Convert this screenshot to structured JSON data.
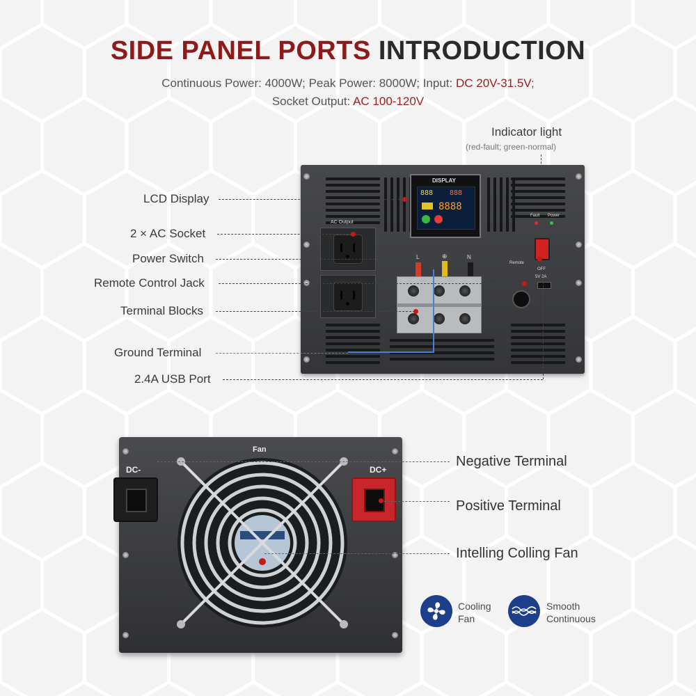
{
  "title": {
    "red": "SIDE PANEL PORTS",
    "dark": "INTRODUCTION"
  },
  "subtitle": {
    "line1_a": "Continuous Power: 4000W; Peak Power: 8000W; Input: ",
    "line1_b": "DC 20V-31.5V",
    "line1_c": ";",
    "line2_a": "Socket Output: ",
    "line2_b": "AC 100-120V"
  },
  "callouts": {
    "indicator": "Indicator light",
    "indicator_note": "(red-fault; green-normal)",
    "lcd": "LCD Display",
    "ac_socket": "2 × AC Socket",
    "power_switch": "Power Switch",
    "remote_jack": "Remote Control Jack",
    "terminal_blocks": "Terminal Blocks",
    "ground_terminal": "Ground Terminal",
    "usb_port": "2.4A USB Port",
    "negative_terminal": "Negative Terminal",
    "positive_terminal": "Positive Terminal",
    "fan": "Intelling Colling Fan"
  },
  "panel_labels": {
    "ac_output": "AC Output",
    "display": "DISPLAY",
    "lcd_top_left": "888",
    "lcd_top_right": "888",
    "lcd_big": "8888",
    "fault": "Fault",
    "power": "Power",
    "remote": "Remote",
    "off": "OFF",
    "usb": "5V 2A",
    "term_l": "L",
    "term_g": "⊕",
    "term_n": "N"
  },
  "back_labels": {
    "fan": "Fan",
    "dc_minus": "DC-",
    "dc_plus": "DC+"
  },
  "features": [
    {
      "icon": "fan-icon",
      "line1": "Cooling",
      "line2": "Fan"
    },
    {
      "icon": "wave-icon",
      "line1": "Smooth",
      "line2": "Continuous"
    }
  ],
  "colors": {
    "title_red": "#8e1b1b",
    "accent_red": "#c31a1a",
    "feature_blue": "#1d3e8a",
    "dc_plus_red": "#c8262a"
  }
}
